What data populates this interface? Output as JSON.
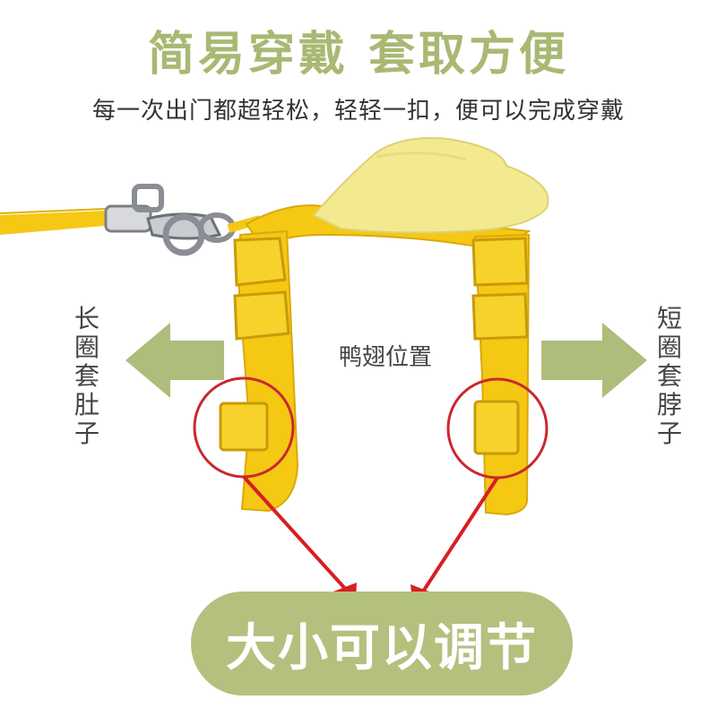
{
  "header": {
    "title": "简易穿戴  套取方便",
    "subtitle": "每一次出门都超轻松，轻轻一扣，便可以完成穿戴"
  },
  "labels": {
    "center": "鸭翅位置",
    "left_vertical": [
      "长",
      "圈",
      "套",
      "肚",
      "子"
    ],
    "right_vertical": [
      "短",
      "圈",
      "套",
      "脖",
      "子"
    ]
  },
  "callout": {
    "text": "大小可以调节"
  },
  "colors": {
    "accent_green": "#a9b873",
    "pill_green": "#b4c07e",
    "arrow_green": "#aebc7c",
    "strap_yellow": "#f5c814",
    "pad_yellow": "#f3ea90",
    "circle_red": "#c9282e",
    "arrow_red": "#d81e22"
  },
  "icons": [
    "metal-clip-icon",
    "harness-icon",
    "buckle-icon",
    "arrow-left-icon",
    "arrow-right-icon"
  ]
}
